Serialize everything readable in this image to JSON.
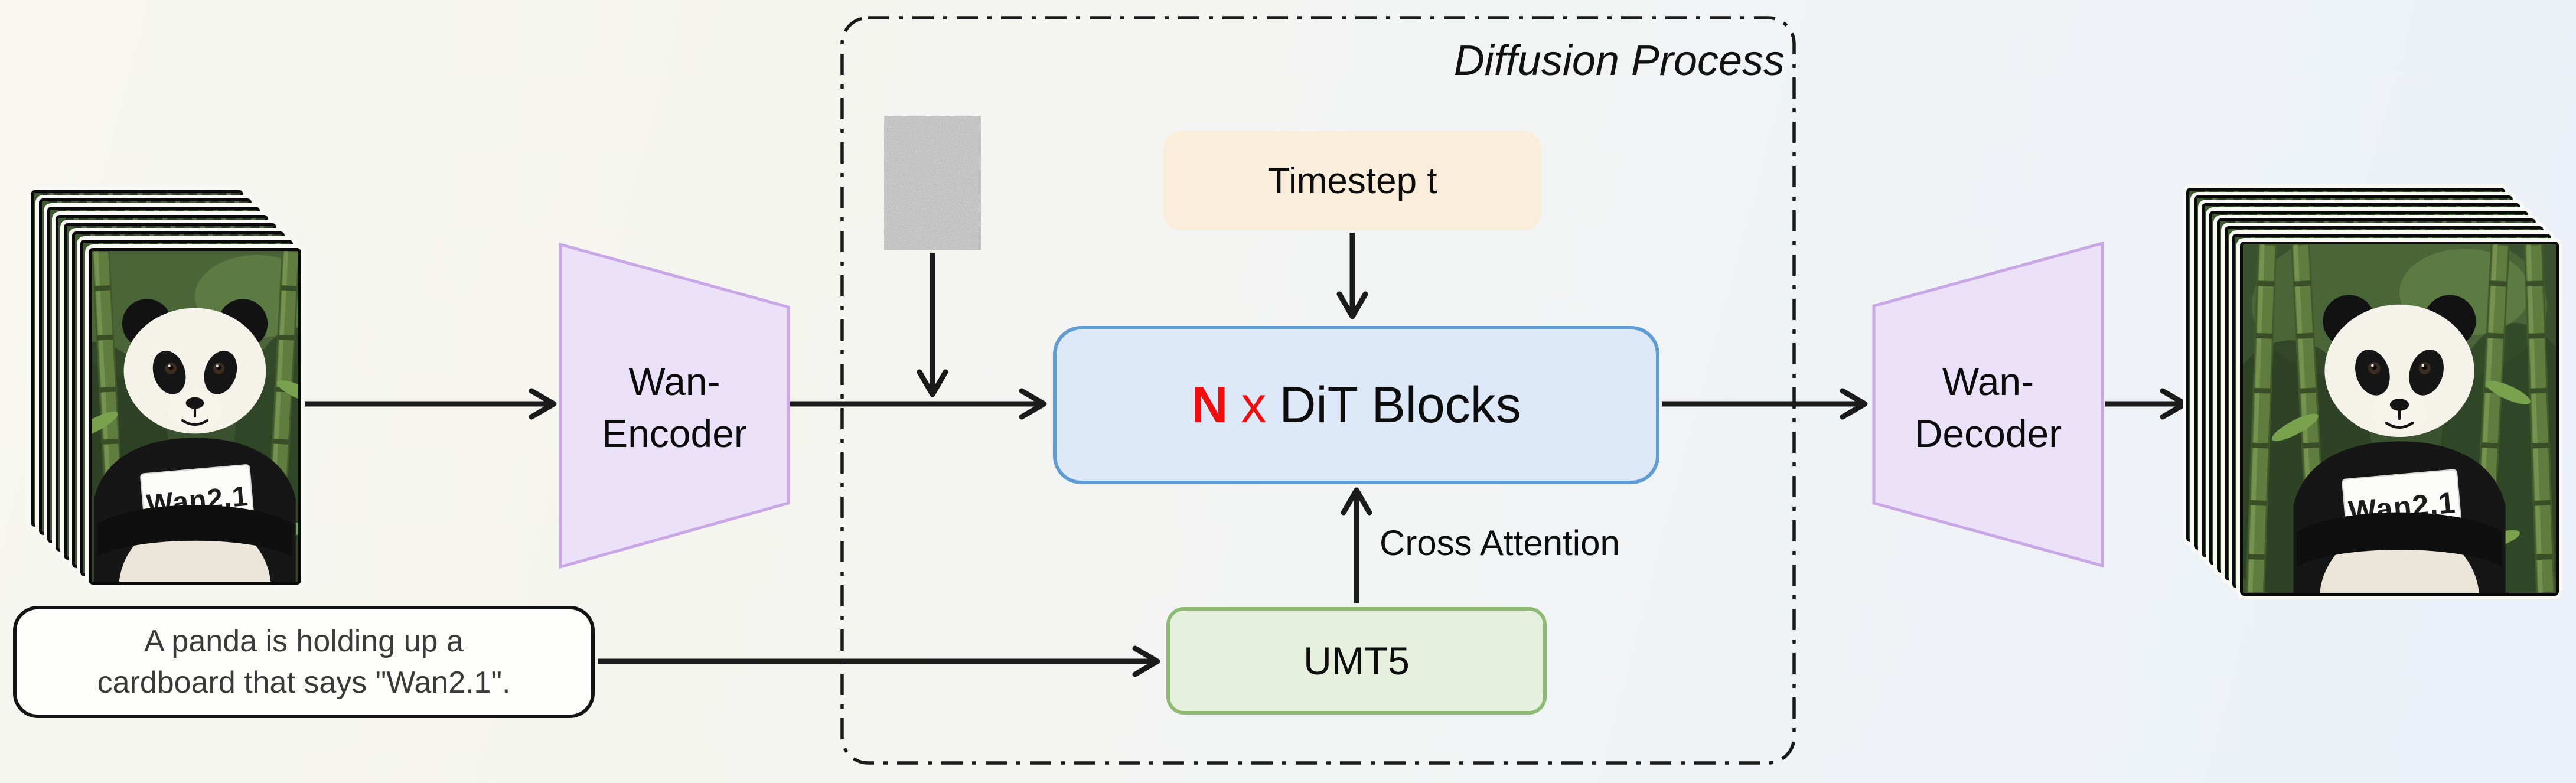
{
  "prompt_box": {
    "line1": "A panda is holding up a",
    "line2": "cardboard that says \"Wan2.1\"."
  },
  "left_video": {
    "sign_text": "Wan2.1"
  },
  "right_video": {
    "sign_text": "Wan2.1"
  },
  "encoder": {
    "line1": "Wan-",
    "line2": "Encoder"
  },
  "decoder": {
    "line1": "Wan-",
    "line2": "Decoder"
  },
  "diffusion": {
    "title": "Diffusion Process"
  },
  "timestep": {
    "label": "Timestep t"
  },
  "dit": {
    "count": "N",
    "times": "x",
    "name": "DiT Blocks"
  },
  "cross_attention": {
    "label": "Cross Attention"
  },
  "umt5": {
    "label": "UMT5"
  },
  "colors": {
    "encoder_fill": "#ebe1f9",
    "encoder_border": "#c9a6e6",
    "dit_fill": "#dde9f8",
    "dit_border": "#5e9cd3",
    "timestep_fill": "#faeedb",
    "umt5_fill": "#e5f0dd",
    "umt5_border": "#8fba73",
    "accent_red": "#f20d0d",
    "arrow": "#1a1a1a"
  }
}
